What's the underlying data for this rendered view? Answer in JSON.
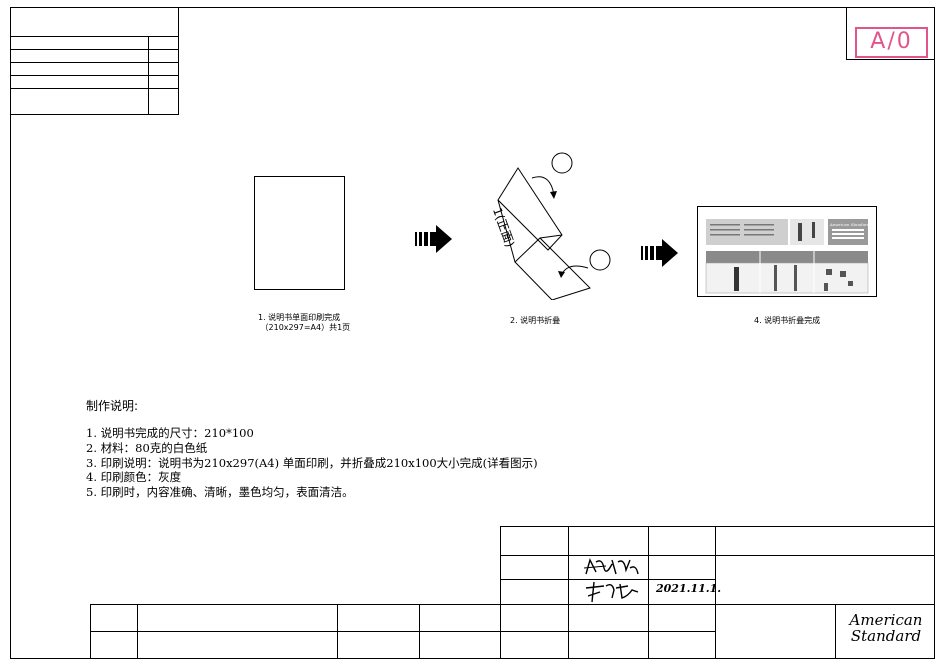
{
  "stamp": {
    "text": "A/0",
    "color": "#e2558a"
  },
  "steps": [
    {
      "label": "1. 说明书单面印刷完成\n （210x297=A4）共1页"
    },
    {
      "label": "2. 说明书折叠"
    },
    {
      "label": "4. 说明书折叠完成"
    }
  ],
  "fold_diagram": {
    "face_text": "1(正面)"
  },
  "notes": {
    "title": "制作说明:",
    "items": [
      "1. 说明书完成的尺寸：210*100",
      "2. 材料：80克的白色纸",
      "3. 印刷说明：说明书为210x297(A4) 单面印刷，并折叠成210x100大小完成(详看图示)",
      "4. 印刷颜色：灰度",
      "5. 印刷时，内容准确、清晰，墨色均匀，表面清洁。"
    ]
  },
  "title_block": {
    "date": "2021.11.1.",
    "logo_line1": "American",
    "logo_line2": "Standard"
  },
  "brochure_preview": {
    "brand_text": "American Standard"
  }
}
